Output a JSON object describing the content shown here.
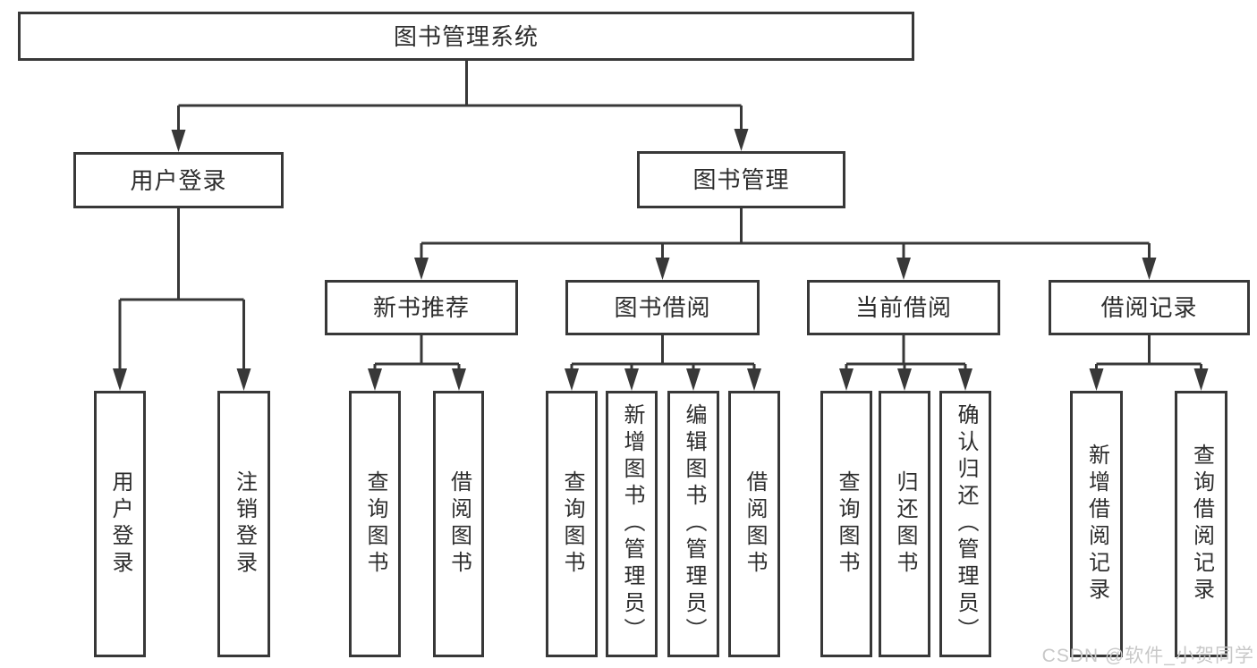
{
  "diagram": {
    "root": {
      "label": "图书管理系统"
    },
    "branches": [
      {
        "label": "用户登录",
        "children": [
          "用户登录",
          "注销登录"
        ]
      },
      {
        "label": "图书管理",
        "groups": [
          {
            "label": "新书推荐",
            "children": [
              "查询图书",
              "借阅图书"
            ]
          },
          {
            "label": "图书借阅",
            "children": [
              "查询图书",
              "新增图书（管理员）",
              "编辑图书（管理员）",
              "借阅图书"
            ]
          },
          {
            "label": "当前借阅",
            "children": [
              "查询图书",
              "归还图书",
              "确认归还（管理员）"
            ]
          },
          {
            "label": "借阅记录",
            "children": [
              "新增借阅记录",
              "查询借阅记录"
            ]
          }
        ]
      }
    ]
  },
  "watermark": "CSDN @软件_小贺同学",
  "colors": {
    "line": "#383838",
    "box_border": "#383838",
    "box_background": "#ffffff",
    "text": "#2d2d2d",
    "watermark": "#c8c8c8",
    "page_background": "#ffffff"
  }
}
